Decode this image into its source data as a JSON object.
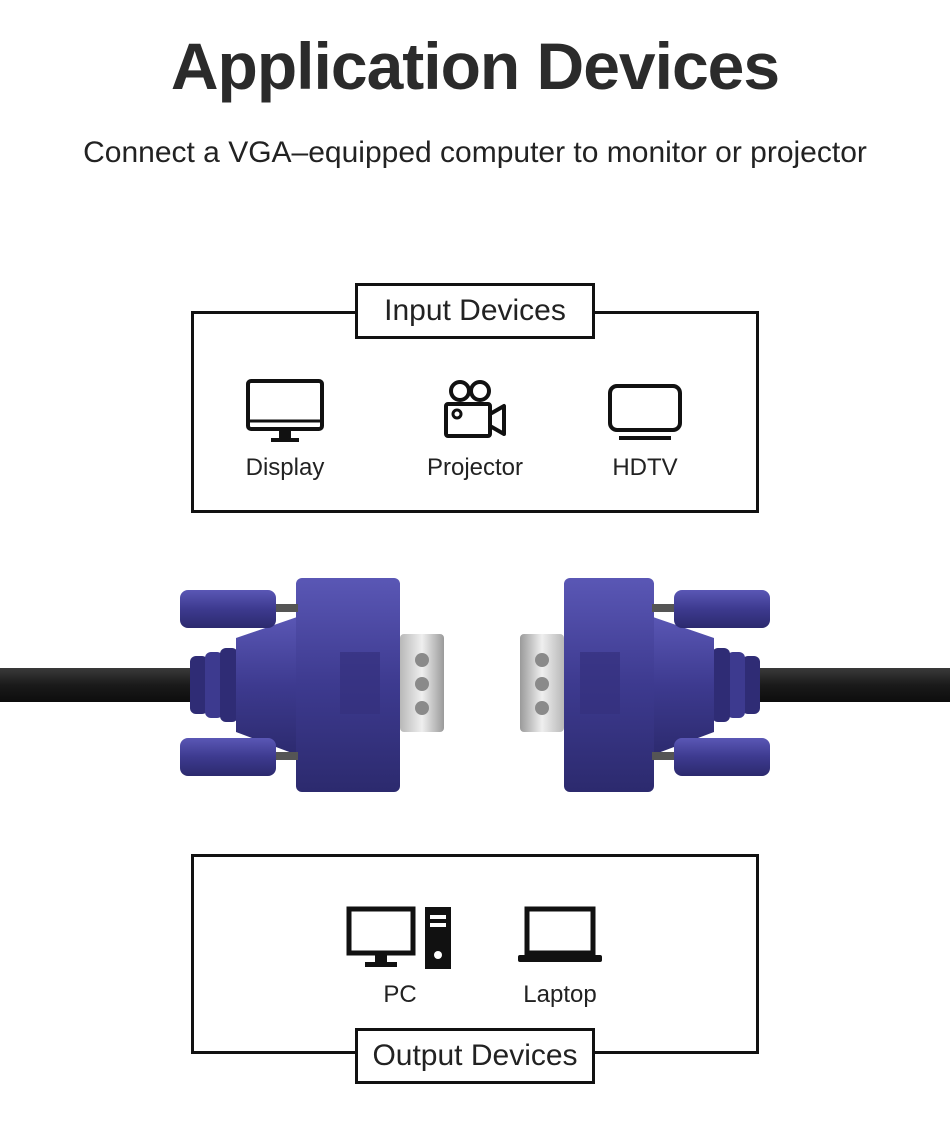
{
  "header": {
    "title": "Application Devices",
    "subtitle": "Connect a VGA–equipped computer to monitor or projector"
  },
  "input_section": {
    "label": "Input Devices",
    "devices": [
      {
        "name": "Display",
        "icon": "monitor-icon"
      },
      {
        "name": "Projector",
        "icon": "projector-icon"
      },
      {
        "name": "HDTV",
        "icon": "tv-icon"
      }
    ]
  },
  "output_section": {
    "label": "Output Devices",
    "devices": [
      {
        "name": "PC",
        "icon": "desktop-pc-icon"
      },
      {
        "name": "Laptop",
        "icon": "laptop-icon"
      }
    ]
  },
  "colors": {
    "connector_blue": "#3d3a8f",
    "cable_black": "#1c1c1c",
    "outline": "#111111"
  }
}
